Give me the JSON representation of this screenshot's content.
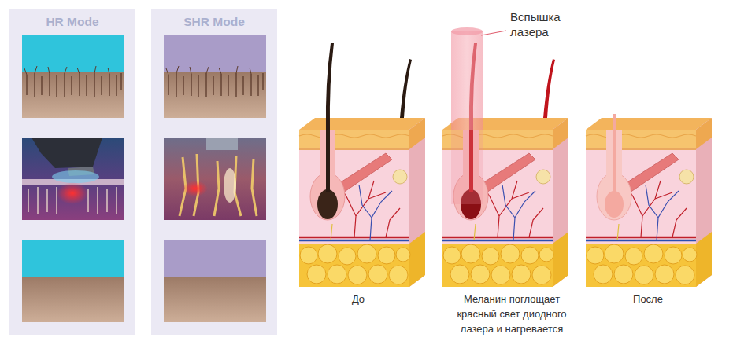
{
  "diagram": {
    "nodes": [
      {
        "text": [
          "HR Mode"
        ]
      },
      {
        "text": [
          "SHR Mode"
        ]
      }
    ],
    "labels": [
      "Вспышка лазера",
      "До",
      "Меланин поглощает красный свет диодного лазера и нагревается",
      "После"
    ]
  }
}
